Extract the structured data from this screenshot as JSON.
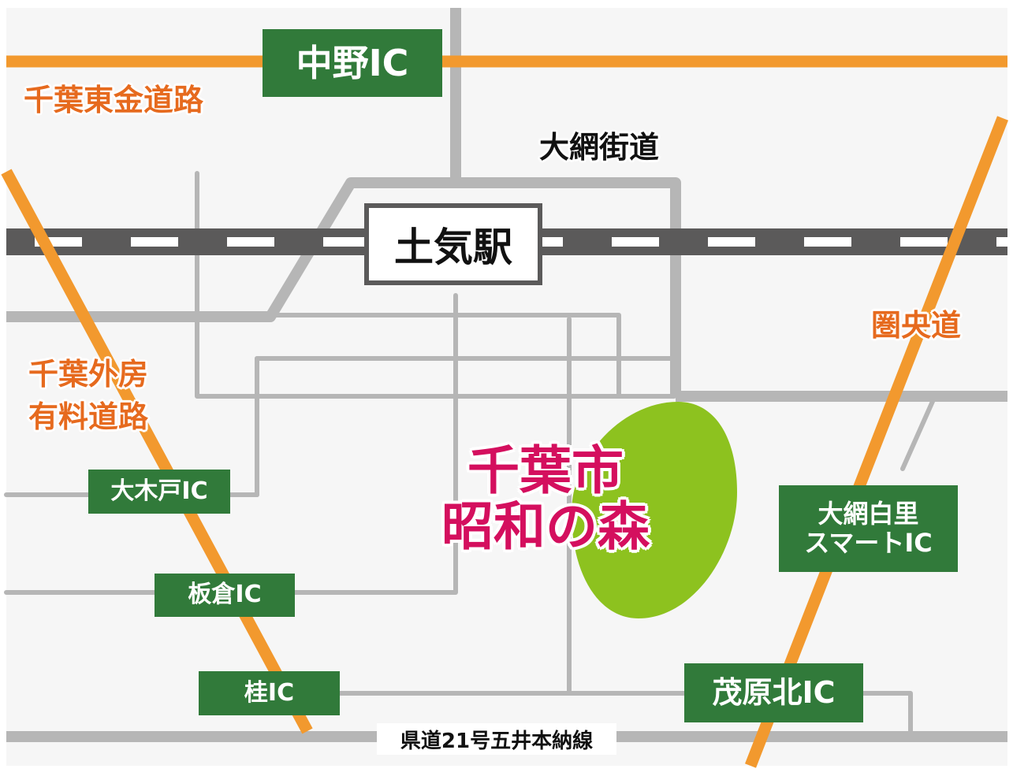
{
  "map": {
    "colors": {
      "background": "#f6f6f6",
      "expressway": "#f2992e",
      "road": "#b6b6b6",
      "railway": "#5b5a5a",
      "ic_box": "#317a3a",
      "park": "#8dc21f",
      "destination_text": "#d40f5e",
      "road_name_text": "#e66a1e"
    },
    "expressways": {
      "tokane": "千葉東金道路",
      "sotobo": [
        "千葉外房",
        "有料道路"
      ],
      "kenodo": "圏央道"
    },
    "roads": {
      "oami_kaido": "大網街道",
      "route21": "県道21号五井本納線"
    },
    "station": "土気駅",
    "destination": [
      "千葉市",
      "昭和の森"
    ],
    "interchanges": {
      "nakano": "中野IC",
      "okido": "大木戸IC",
      "itakura": "板倉IC",
      "katsura": "桂IC",
      "oami_shirasato": [
        "大網白里",
        "スマートIC"
      ],
      "mobara_kita": "茂原北IC"
    }
  }
}
